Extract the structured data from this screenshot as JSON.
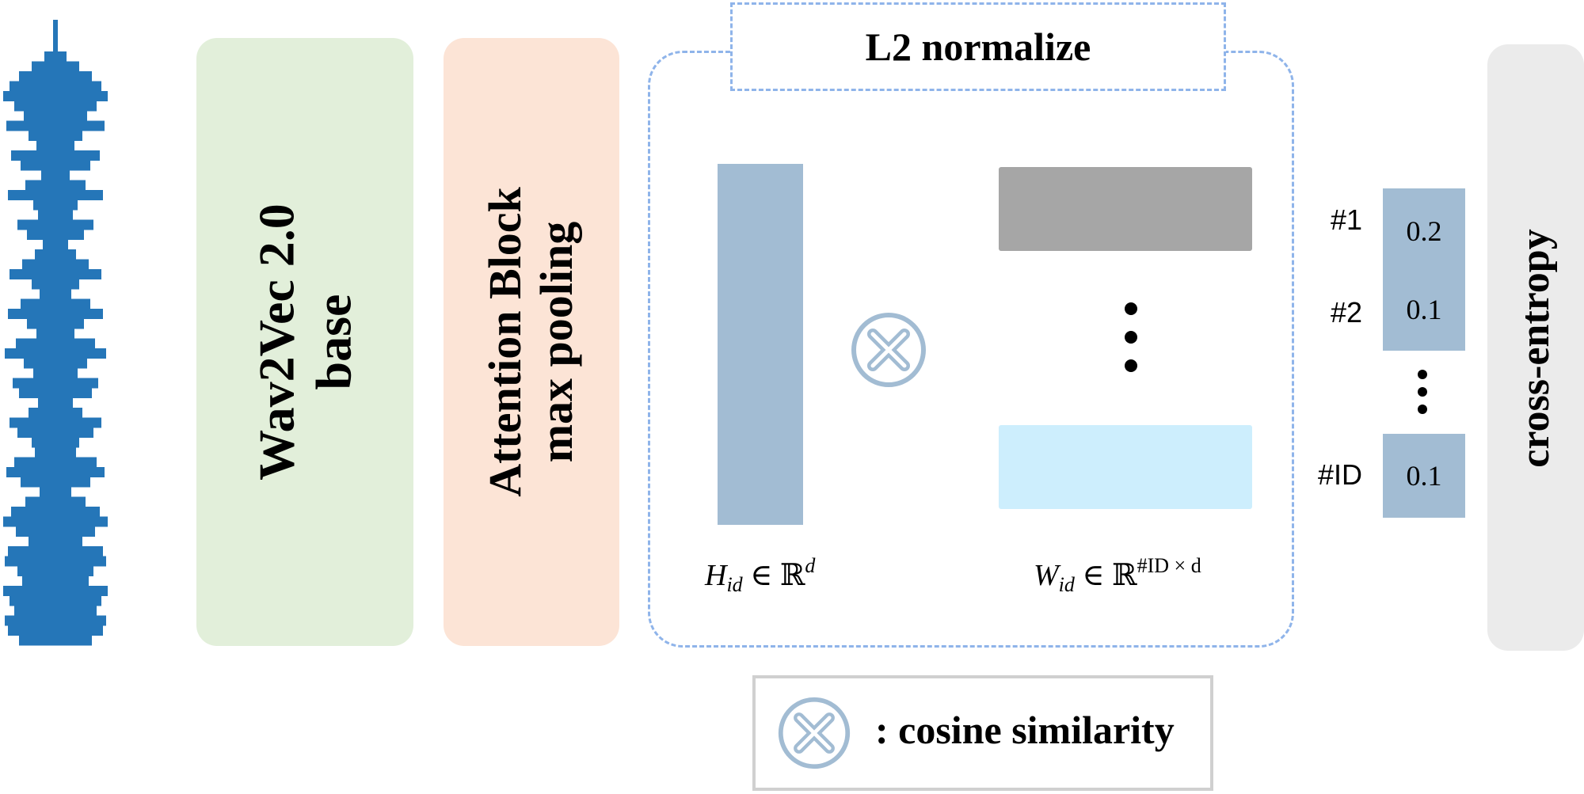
{
  "stages": {
    "encoder": [
      "Wav2Vec 2.0",
      "base"
    ],
    "pooling": [
      "Attention Block",
      "max pooling"
    ],
    "loss": "cross-entropy"
  },
  "normalize": {
    "label": "L2 normalize"
  },
  "embeddings": {
    "h_symbol": "H",
    "h_subscript": "id",
    "h_set": "∈ ℝ",
    "h_superscript": "d",
    "w_symbol": "W",
    "w_subscript": "id",
    "w_set": "∈ ℝ",
    "w_superscript": "#ID × d"
  },
  "scores": {
    "rows": [
      {
        "label": "#1",
        "value": "0.2"
      },
      {
        "label": "#2",
        "value": "0.1"
      },
      {
        "label": "#ID",
        "value": "0.1"
      }
    ]
  },
  "legend": {
    "text": ": cosine similarity",
    "icon": "circled-times-icon"
  },
  "colors": {
    "waveform": "#2576b8",
    "encoder": "#e2efda",
    "pooling": "#fce4d6",
    "loss": "#ebebeb",
    "dashed": "#8fb4ea",
    "h_vector": "#a2bcd3",
    "w_top": "#a6a6a6",
    "w_bottom": "#cdeefd",
    "score_cell": "#a2bcd3",
    "operator": "#a2bcd3"
  }
}
